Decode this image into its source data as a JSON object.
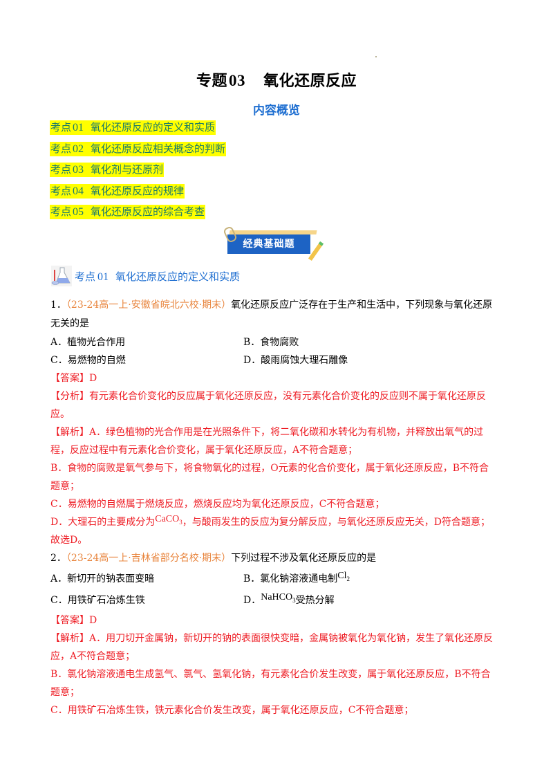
{
  "header": {
    "title_prefix": "专题",
    "title_number": "03",
    "title_text": "氧化还原反应",
    "subtitle": "内容概览"
  },
  "toc": {
    "highlight_color": "#ffff00",
    "text_color": "#1a7a6a",
    "items": [
      {
        "prefix": "考点",
        "num": "01",
        "label": "氧化还原反应的定义和实质"
      },
      {
        "prefix": "考点",
        "num": "02",
        "label": "氧化还原反应相关概念的判断"
      },
      {
        "prefix": "考点",
        "num": "03",
        "label": "氧化剂与还原剂"
      },
      {
        "prefix": "考点",
        "num": "04",
        "label": "氧化还原反应的规律"
      },
      {
        "prefix": "考点",
        "num": "05",
        "label": "氧化还原反应的综合考查"
      }
    ]
  },
  "banner": {
    "label": "经典基础题",
    "color": "#1d63c4"
  },
  "section": {
    "prefix": "考点",
    "num": "01",
    "label": "氧化还原反应的定义和实质",
    "icon": "flask-icon"
  },
  "questions": [
    {
      "number": "1．",
      "source": "（23-24高一上·安徽省皖北六校·期末）",
      "stem_line1": "氧化还原反应广泛存在于生产和生活中，下列现象与氧化还原",
      "stem_line2": "无关的是",
      "options": {
        "A": "A．植物光合作用",
        "B": "B．食物腐败",
        "C": "C．易燃物的自燃",
        "D": "D．酸雨腐蚀大理石雕像"
      },
      "answer": "【答案】D",
      "analysis_line1": "【分析】有元素化合价变化的反应属于氧化还原反应，没有元素化合价变化的反应则不属于氧化还原反",
      "analysis_line2": "应。",
      "explanation": [
        "【解析】A．绿色植物的光合作用是在光照条件下，将二氧化碳和水转化为有机物，并释放出氧气的过",
        "程，反应过程中有元素化合价变化，属于氧化还原反应，A不符合题意；",
        "B．食物的腐败是氧气参与下，将食物氧化的过程，O元素的化合价变化，属于氧化还原反应，B不符合",
        "题意；",
        "C．易燃物的自燃属于燃烧反应，燃烧反应均为氧化还原反应，C不符合题意；"
      ],
      "explanation_d_pre": "D．大理石的主要成分为",
      "explanation_d_chem": "CaCO",
      "explanation_d_chem_sub": "3",
      "explanation_d_post": "，与酸雨发生的反应为复分解反应，与氧化还原反应无关，D符合题意；",
      "conclusion": "故选D。"
    },
    {
      "number": "2．",
      "source": "（23-24高一上·吉林省部分名校·期末）",
      "stem_line1": "下列过程不涉及氧化还原反应的是",
      "options": {
        "A": "A．新切开的钠表面变暗",
        "B_pre": "B．氯化钠溶液通电制",
        "B_chem": "Cl",
        "B_sub": "2",
        "C": "C．用铁矿石冶炼生铁",
        "D_pre": "D．",
        "D_chem": "NaHCO",
        "D_sub": "3",
        "D_post": "受热分解"
      },
      "answer": "【答案】D",
      "explanation": [
        "【解析】A．用刀切开金属钠，新切开的钠的表面很快变暗，金属钠被氧化为氧化钠，发生了氧化还原反",
        "应，A不符合题意；",
        "B．氯化钠溶液通电生成氢气、氯气、氢氧化钠，有元素化合价发生改变，属于氧化还原反应，B不符合",
        "题意；",
        "C．用铁矿石冶炼生铁，铁元素化合价发生改变，属于氧化还原反应，C不符合题意；"
      ]
    }
  ],
  "colors": {
    "answer_red": "#ee1c24",
    "source_orange": "#e8843c",
    "heading_blue": "#1f6fd1"
  }
}
